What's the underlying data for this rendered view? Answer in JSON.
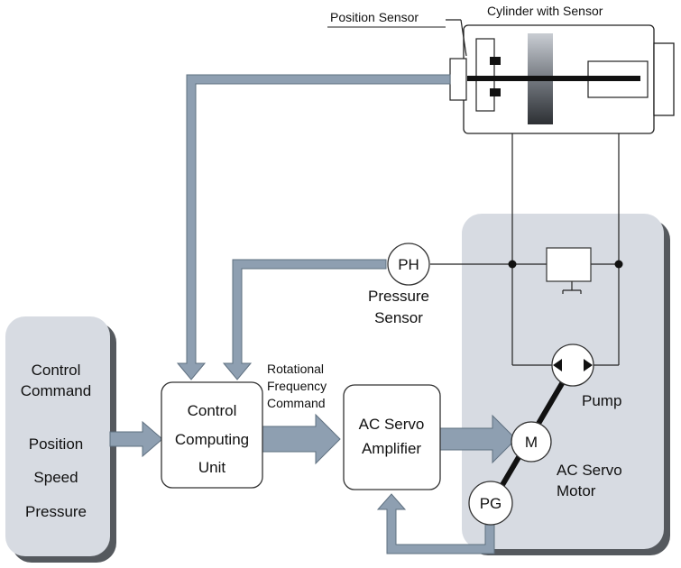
{
  "labels": {
    "position_sensor": "Position Sensor",
    "cylinder_with_sensor": "Cylinder with Sensor",
    "ph": "PH",
    "pressure_sensor_line1": "Pressure",
    "pressure_sensor_line2": "Sensor",
    "control_command_line1": "Control",
    "control_command_line2": "Command",
    "position": "Position",
    "speed": "Speed",
    "pressure": "Pressure",
    "ccu_line1": "Control",
    "ccu_line2": "Computing",
    "ccu_line3": "Unit",
    "rfc_line1": "Rotational",
    "rfc_line2": "Frequency",
    "rfc_line3": "Command",
    "amp_line1": "AC Servo",
    "amp_line2": "Amplifier",
    "pump": "Pump",
    "m": "M",
    "pg": "PG",
    "motor_line1": "AC Servo",
    "motor_line2": "Motor"
  },
  "colors": {
    "arrow_fill": "#8e9fb1",
    "arrow_stroke": "#5f7080",
    "panel_fill": "#d7dbe2",
    "panel_shadow": "#55595e",
    "box_stroke": "#333333",
    "line": "#222222"
  }
}
